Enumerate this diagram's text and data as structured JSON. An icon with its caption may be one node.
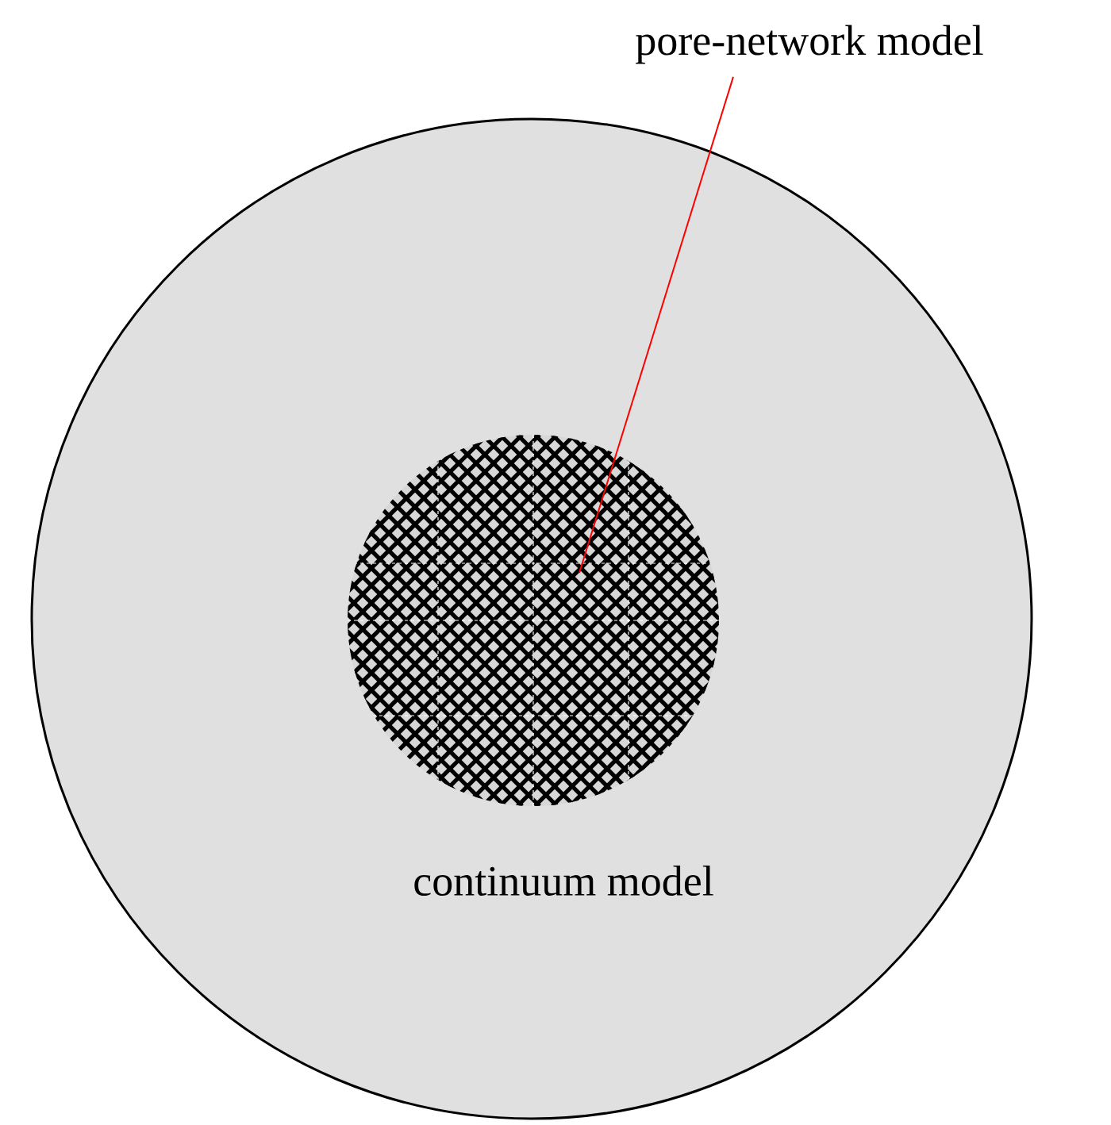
{
  "diagram": {
    "nodes": [
      {
        "text": [
          "continuum model"
        ]
      },
      {
        "text": [],
        "shape": "circle",
        "in": 0
      },
      {
        "text": [
          "pore-network model"
        ]
      }
    ],
    "edges": [
      {
        "from": 2,
        "to": 1,
        "arrow": "none",
        "color": "#ff0000"
      }
    ]
  }
}
